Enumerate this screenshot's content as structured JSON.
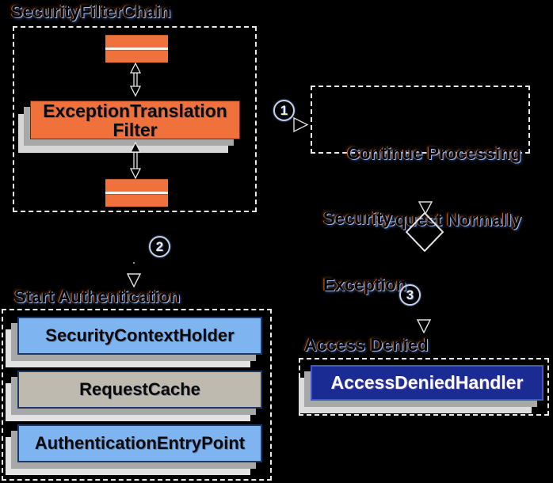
{
  "title": "SecurityFilterChain",
  "steps": {
    "one": "1",
    "two": "2",
    "three": "3"
  },
  "filter_chain": {
    "filter_line1": "ExceptionTranslation",
    "filter_line2": "Filter"
  },
  "continue_box": {
    "line1": "Continue Processing",
    "line2": "Request Normally"
  },
  "exception_label": {
    "line1": "Security",
    "line2": "Exception"
  },
  "start_auth": {
    "label": "Start Authentication",
    "cards": [
      "SecurityContextHolder",
      "RequestCache",
      "AuthenticationEntryPoint"
    ]
  },
  "access_denied": {
    "label": "Access Denied",
    "card": "AccessDeniedHandler"
  },
  "colors": {
    "background": "#000000",
    "orange": "#F1713D",
    "card_blue": "#7EB4F0",
    "card_gray": "#BEBAB0",
    "card_navy": "#1A2C94",
    "card_border_navy": "#1F3864",
    "handler_border_blue": "#4159C0",
    "shadow_mid": "#A8A8A8",
    "shadow_light": "#DEDEDE",
    "dashed_border": "#E9E9E9"
  }
}
